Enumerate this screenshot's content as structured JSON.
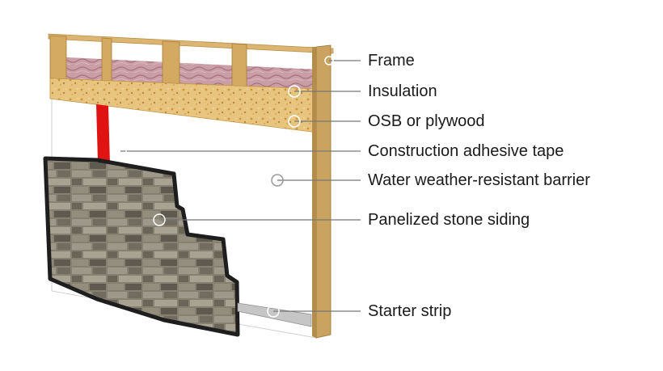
{
  "labels": {
    "frame": "Frame",
    "insulation": "Insulation",
    "osb": "OSB or plywood",
    "adhesive_tape": "Construction adhesive tape",
    "wrb": "Water weather-resistant barrier",
    "stone_siding": "Panelized stone siding",
    "starter_strip": "Starter strip"
  },
  "colors": {
    "frame_wood": "#d9b36c",
    "insulation": "#c9a0a8",
    "osb": "#e6c27c",
    "adhesive_tape": "#e01313",
    "wrb": "#ffffff",
    "stone": "#8a8476",
    "stone_edge": "#222222",
    "starter_strip": "#b9b9b9",
    "leader_line": "#777777"
  }
}
